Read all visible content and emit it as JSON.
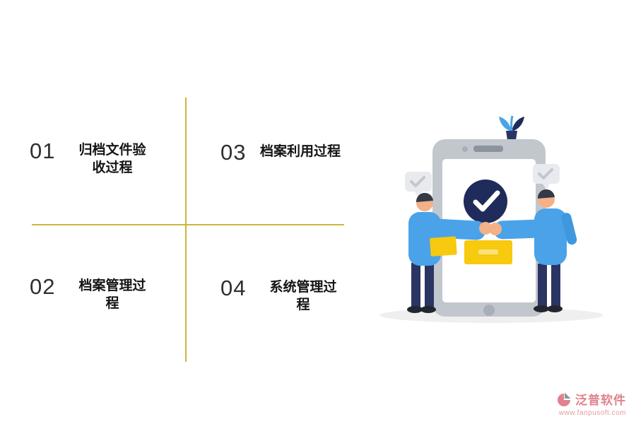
{
  "quadrants": {
    "items": [
      {
        "id": "q1",
        "number": "01",
        "label": "归档文件验收过程"
      },
      {
        "id": "q3",
        "number": "03",
        "label": "档案利用过程"
      },
      {
        "id": "q2",
        "number": "02",
        "label": "档案管理过程"
      },
      {
        "id": "q4",
        "number": "04",
        "label": "系统管理过程"
      }
    ]
  },
  "branding": {
    "company": "泛普软件",
    "website": "www.fanpusoft.com"
  },
  "icons": {
    "screen_check": "checkmark",
    "bubble_check_left": "checkmark",
    "bubble_check_right": "checkmark"
  },
  "colors": {
    "divider_gold": "#cdb63d",
    "phone_gray": "#c2c7ce",
    "navy": "#1f2b5b",
    "sky_blue": "#4aa3e8",
    "yellow": "#f7c90f",
    "brand_pink": "#df838e"
  }
}
